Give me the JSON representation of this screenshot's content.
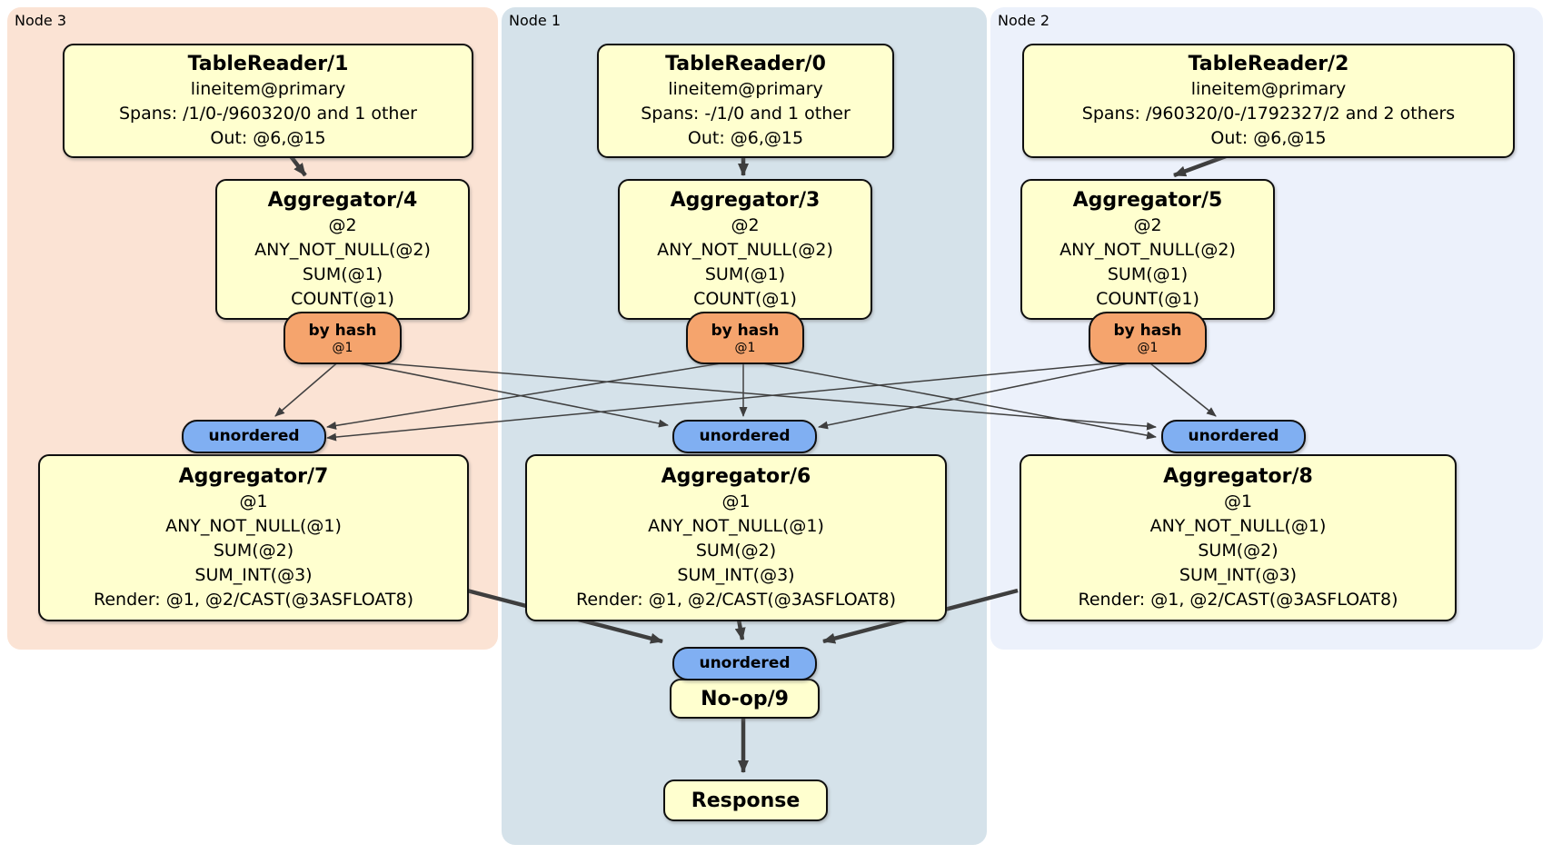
{
  "regions": {
    "node3": {
      "label": "Node 3"
    },
    "node1": {
      "label": "Node 1"
    },
    "node2": {
      "label": "Node 2"
    }
  },
  "nodes": {
    "tablereader1": {
      "title": "TableReader/1",
      "lines": [
        "lineitem@primary",
        "Spans: /1/0-/960320/0 and 1 other",
        "Out: @6,@15"
      ]
    },
    "tablereader0": {
      "title": "TableReader/0",
      "lines": [
        "lineitem@primary",
        "Spans: -/1/0 and 1 other",
        "Out: @6,@15"
      ]
    },
    "tablereader2": {
      "title": "TableReader/2",
      "lines": [
        "lineitem@primary",
        "Spans: /960320/0-/1792327/2 and 2 others",
        "Out: @6,@15"
      ]
    },
    "aggregator4": {
      "title": "Aggregator/4",
      "lines": [
        "@2",
        "ANY_NOT_NULL(@2)",
        "SUM(@1)",
        "COUNT(@1)"
      ]
    },
    "aggregator3": {
      "title": "Aggregator/3",
      "lines": [
        "@2",
        "ANY_NOT_NULL(@2)",
        "SUM(@1)",
        "COUNT(@1)"
      ]
    },
    "aggregator5": {
      "title": "Aggregator/5",
      "lines": [
        "@2",
        "ANY_NOT_NULL(@2)",
        "SUM(@1)",
        "COUNT(@1)"
      ]
    },
    "aggregator7": {
      "title": "Aggregator/7",
      "lines": [
        "@1",
        "ANY_NOT_NULL(@1)",
        "SUM(@2)",
        "SUM_INT(@3)",
        "Render: @1, @2/CAST(@3ASFLOAT8)"
      ]
    },
    "aggregator6": {
      "title": "Aggregator/6",
      "lines": [
        "@1",
        "ANY_NOT_NULL(@1)",
        "SUM(@2)",
        "SUM_INT(@3)",
        "Render: @1, @2/CAST(@3ASFLOAT8)"
      ]
    },
    "aggregator8": {
      "title": "Aggregator/8",
      "lines": [
        "@1",
        "ANY_NOT_NULL(@1)",
        "SUM(@2)",
        "SUM_INT(@3)",
        "Render: @1, @2/CAST(@3ASFLOAT8)"
      ]
    },
    "noop9": {
      "title": "No-op/9"
    },
    "response": {
      "title": "Response"
    }
  },
  "routers": {
    "by_hash": {
      "label": "by hash",
      "sub": "@1"
    },
    "unordered": {
      "label": "unordered"
    }
  },
  "edges": [
    {
      "from": "TableReader/1",
      "to": "Aggregator/4",
      "style": "thick"
    },
    {
      "from": "TableReader/0",
      "to": "Aggregator/3",
      "style": "thick"
    },
    {
      "from": "TableReader/2",
      "to": "Aggregator/5",
      "style": "thick"
    },
    {
      "from": "by hash (Aggregator/4)",
      "to": "unordered (Node 3)",
      "style": "thin"
    },
    {
      "from": "by hash (Aggregator/4)",
      "to": "unordered (Node 1)",
      "style": "thin"
    },
    {
      "from": "by hash (Aggregator/4)",
      "to": "unordered (Node 2)",
      "style": "thin"
    },
    {
      "from": "by hash (Aggregator/3)",
      "to": "unordered (Node 3)",
      "style": "thin"
    },
    {
      "from": "by hash (Aggregator/3)",
      "to": "unordered (Node 1)",
      "style": "thin"
    },
    {
      "from": "by hash (Aggregator/3)",
      "to": "unordered (Node 2)",
      "style": "thin"
    },
    {
      "from": "by hash (Aggregator/5)",
      "to": "unordered (Node 3)",
      "style": "thin"
    },
    {
      "from": "by hash (Aggregator/5)",
      "to": "unordered (Node 1)",
      "style": "thin"
    },
    {
      "from": "by hash (Aggregator/5)",
      "to": "unordered (Node 2)",
      "style": "thin"
    },
    {
      "from": "Aggregator/7",
      "to": "unordered (final)",
      "style": "thick"
    },
    {
      "from": "Aggregator/6",
      "to": "unordered (final)",
      "style": "thick"
    },
    {
      "from": "Aggregator/8",
      "to": "unordered (final)",
      "style": "thick"
    },
    {
      "from": "No-op/9",
      "to": "Response",
      "style": "thick"
    }
  ],
  "colors": {
    "canvas_bg": "#ffffff",
    "node3_bg": "#fbe3d4",
    "node1_bg": "#d5e2ea",
    "node2_bg": "#ecf1fb",
    "box_bg": "#ffffcf",
    "box_border": "#0f0f0f",
    "hash_router_bg": "#f5a46d",
    "unordered_router_bg": "#80aff2",
    "edge": "#3e3e3e"
  }
}
